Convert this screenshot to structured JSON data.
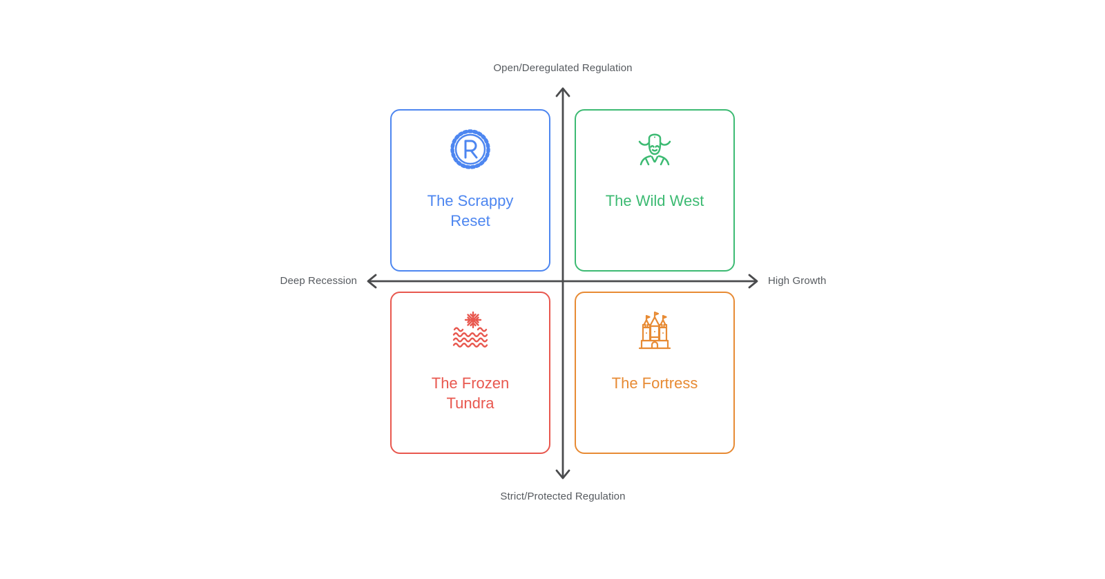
{
  "diagram": {
    "axes": {
      "top": "Open/Deregulated Regulation",
      "bottom": "Strict/Protected Regulation",
      "left": "Deep Recession",
      "right": "High Growth"
    },
    "quadrants": [
      {
        "position": "top-left",
        "title": "The Scrappy Reset",
        "icon": "gear-r-icon",
        "color": "#4d86f0"
      },
      {
        "position": "top-right",
        "title": "The Wild West",
        "icon": "cowboy-icon",
        "color": "#3cba72"
      },
      {
        "position": "bottom-left",
        "title": "The Frozen Tundra",
        "icon": "snowflake-waves-icon",
        "color": "#e8574e"
      },
      {
        "position": "bottom-right",
        "title": "The Fortress",
        "icon": "castle-icon",
        "color": "#e78a33"
      }
    ],
    "colors": {
      "axis": "#4a4b4d",
      "label": "#565a5f",
      "background": "#ffffff"
    }
  }
}
